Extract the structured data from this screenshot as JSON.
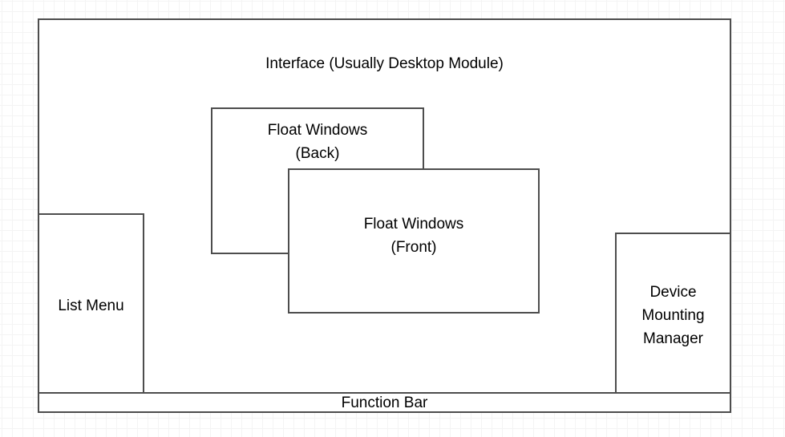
{
  "diagram": {
    "title": "Interface (Usually Desktop Module)",
    "background": "grid-paper",
    "stroke_color": "#4d4d4d",
    "fill_color": "#ffffff",
    "text_color": "#000000",
    "boxes": {
      "interface": {
        "label": "Interface (Usually Desktop Module)",
        "role": "outer-container"
      },
      "list_menu": {
        "label": "List Menu",
        "role": "left-panel"
      },
      "float_back": {
        "label": "Float Windows\n(Back)",
        "role": "floating-window-back"
      },
      "float_front": {
        "label": "Float Windows\n(Front)",
        "role": "floating-window-front"
      },
      "device_manager": {
        "label": "Device\nMounting\nManager",
        "role": "right-panel"
      },
      "function_bar": {
        "label": "Function Bar",
        "role": "bottom-bar"
      }
    }
  }
}
